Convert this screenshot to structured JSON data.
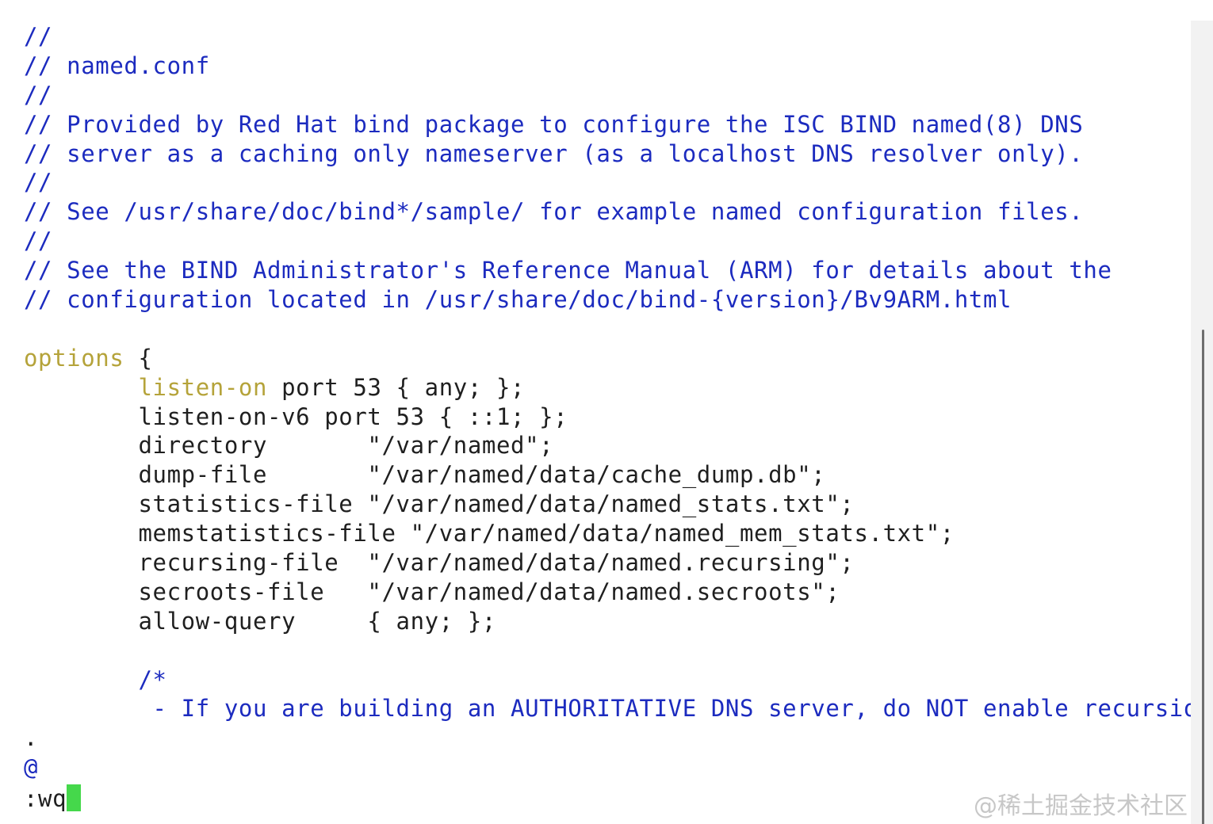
{
  "editor": {
    "lines": [
      "//",
      "// named.conf",
      "//",
      "// Provided by Red Hat bind package to configure the ISC BIND named(8) DNS",
      "// server as a caching only nameserver (as a localhost DNS resolver only).",
      "//",
      "// See /usr/share/doc/bind*/sample/ for example named configuration files.",
      "//",
      "// See the BIND Administrator's Reference Manual (ARM) for details about the",
      "// configuration located in /usr/share/doc/bind-{version}/Bv9ARM.html",
      "",
      "options",
      " {",
      "        ",
      "listen-on",
      " port 53 { any; };",
      "        listen-on-v6 port 53 { ::1; };",
      "        directory       \"/var/named\";",
      "        dump-file       \"/var/named/data/cache_dump.db\";",
      "        statistics-file \"/var/named/data/named_stats.txt\";",
      "        memstatistics-file \"/var/named/data/named_mem_stats.txt\";",
      "        recursing-file  \"/var/named/data/named.recursing\";",
      "        secroots-file   \"/var/named/data/named.secroots\";",
      "        allow-query     { any; };",
      "",
      "        /*",
      "         - If you are building an AUTHORITATIVE DNS server, do NOT enable recursion",
      ".",
      "@"
    ]
  },
  "command": {
    "text": ":wq"
  },
  "watermark": {
    "text": "@稀土掘金技术社区"
  },
  "colors": {
    "comment": "#1c2bbf",
    "keyword": "#b5a33a",
    "cursor": "#45d84b"
  }
}
